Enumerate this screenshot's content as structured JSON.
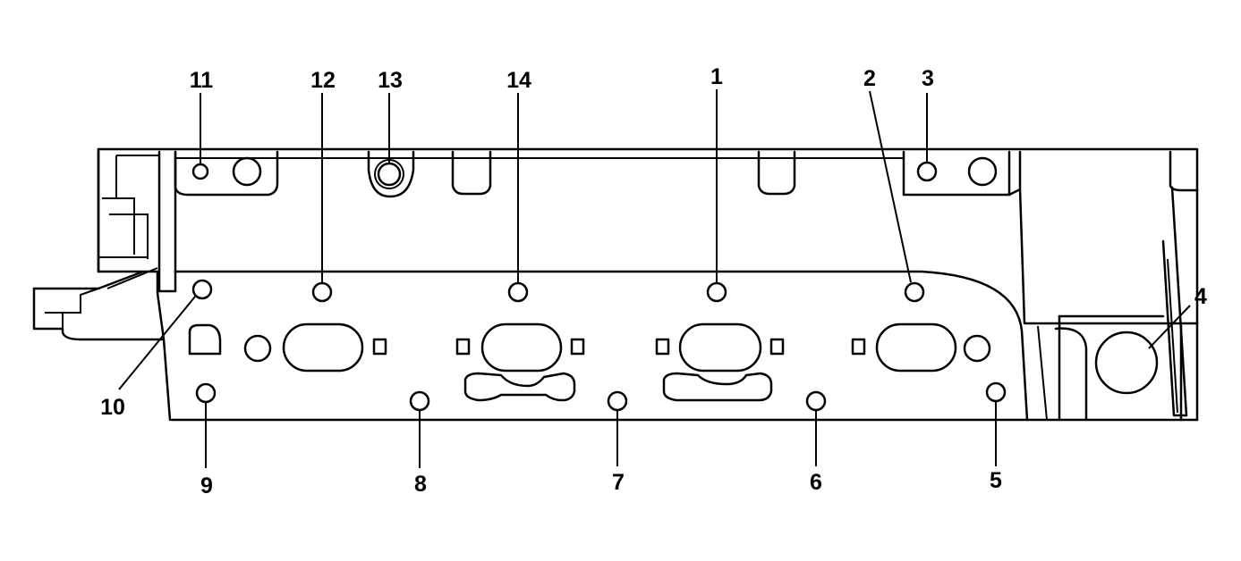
{
  "figure": {
    "subject": "cylinder head bolt tightening sequence",
    "stroke_color": "#000000",
    "background_color": "#ffffff"
  },
  "callouts": [
    {
      "label": "1"
    },
    {
      "label": "2"
    },
    {
      "label": "3"
    },
    {
      "label": "4"
    },
    {
      "label": "5"
    },
    {
      "label": "6"
    },
    {
      "label": "7"
    },
    {
      "label": "8"
    },
    {
      "label": "9"
    },
    {
      "label": "10"
    },
    {
      "label": "11"
    },
    {
      "label": "12"
    },
    {
      "label": "13"
    },
    {
      "label": "14"
    }
  ]
}
